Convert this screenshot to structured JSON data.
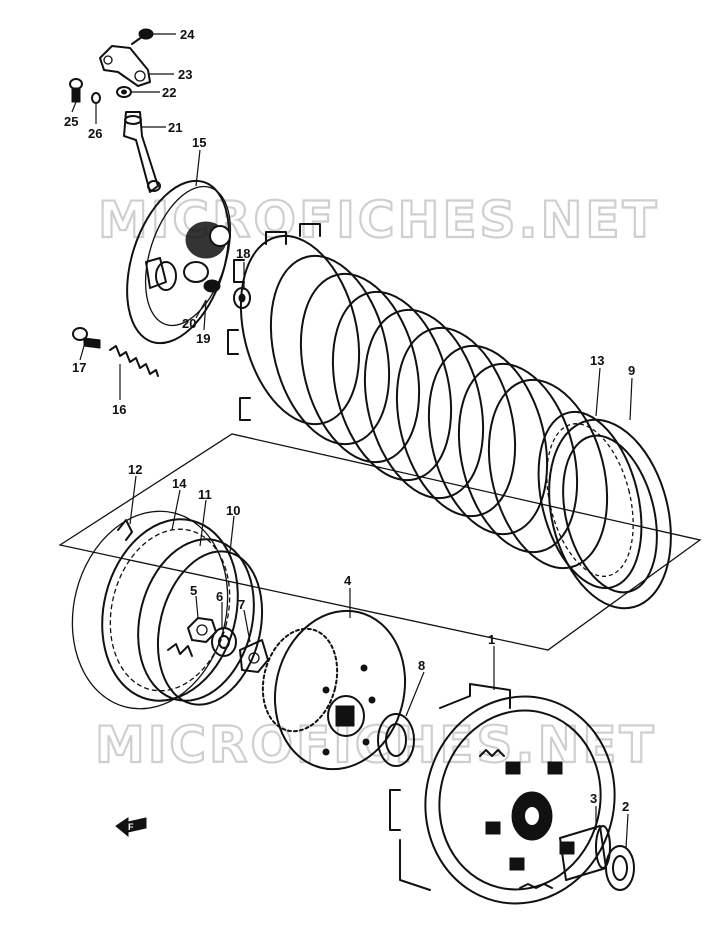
{
  "watermark": {
    "text": "MICROFICHES.NET"
  },
  "callouts": [
    {
      "id": "1",
      "label": "1"
    },
    {
      "id": "2",
      "label": "2"
    },
    {
      "id": "3",
      "label": "3"
    },
    {
      "id": "4",
      "label": "4"
    },
    {
      "id": "5",
      "label": "5"
    },
    {
      "id": "6",
      "label": "6"
    },
    {
      "id": "7",
      "label": "7"
    },
    {
      "id": "8",
      "label": "8"
    },
    {
      "id": "9",
      "label": "9"
    },
    {
      "id": "10",
      "label": "10"
    },
    {
      "id": "11",
      "label": "11"
    },
    {
      "id": "12",
      "label": "12"
    },
    {
      "id": "13",
      "label": "13"
    },
    {
      "id": "14",
      "label": "14"
    },
    {
      "id": "15",
      "label": "15"
    },
    {
      "id": "16",
      "label": "16"
    },
    {
      "id": "17",
      "label": "17"
    },
    {
      "id": "18",
      "label": "18"
    },
    {
      "id": "19",
      "label": "19"
    },
    {
      "id": "20",
      "label": "20"
    },
    {
      "id": "21",
      "label": "21"
    },
    {
      "id": "22",
      "label": "22"
    },
    {
      "id": "23",
      "label": "23"
    },
    {
      "id": "24",
      "label": "24"
    },
    {
      "id": "25",
      "label": "25"
    },
    {
      "id": "26",
      "label": "26"
    }
  ],
  "front_arrow": {
    "label": "F"
  }
}
